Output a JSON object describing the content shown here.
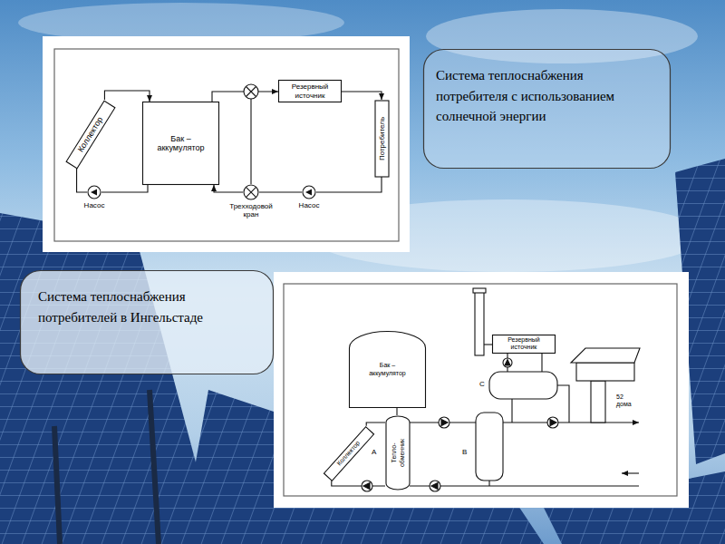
{
  "diagram": {
    "nodes": [
      {
        "text": [
          "Коллектор"
        ]
      },
      {
        "text": [
          "Бак – аккумулятор"
        ]
      },
      {
        "text": [
          "Резервный источник"
        ]
      },
      {
        "text": [
          "Потребитель"
        ]
      },
      {
        "text": [
          "Насос"
        ]
      },
      {
        "text": [
          "Трехходовой кран"
        ]
      },
      {
        "text": [
          "Насос"
        ]
      },
      {
        "text": [
          "Система теплоснабжения потребителя с использованием солнечной энергии"
        ]
      },
      {
        "text": [
          "Система теплоснабжения потребителей в Ингельстаде"
        ]
      },
      {
        "text": [
          "Бак – аккумулятор"
        ]
      },
      {
        "text": [
          "Коллектор"
        ]
      },
      {
        "text": [
          "Тепло- обменник"
        ]
      },
      {
        "text": [
          "Резервный источник"
        ]
      }
    ],
    "edges": [
      {
        "from": 0,
        "to": 1,
        "arrow": "to"
      },
      {
        "from": 1,
        "to": 2,
        "arrow": "to"
      },
      {
        "from": 2,
        "to": 3,
        "arrow": "to"
      },
      {
        "from": 3,
        "to": 6,
        "arrow": "none"
      },
      {
        "from": 6,
        "to": 5,
        "arrow": "none"
      },
      {
        "from": 5,
        "to": 1,
        "arrow": "to"
      },
      {
        "from": 1,
        "to": 4,
        "arrow": "none"
      },
      {
        "from": 4,
        "to": 0,
        "arrow": "none"
      },
      {
        "from": 10,
        "to": 11,
        "arrow": "none"
      },
      {
        "from": 11,
        "to": 10,
        "arrow": "none"
      },
      {
        "from": 9,
        "to": 11,
        "arrow": "none"
      }
    ],
    "labels": [
      "A",
      "B",
      "C",
      "52 дома"
    ]
  }
}
